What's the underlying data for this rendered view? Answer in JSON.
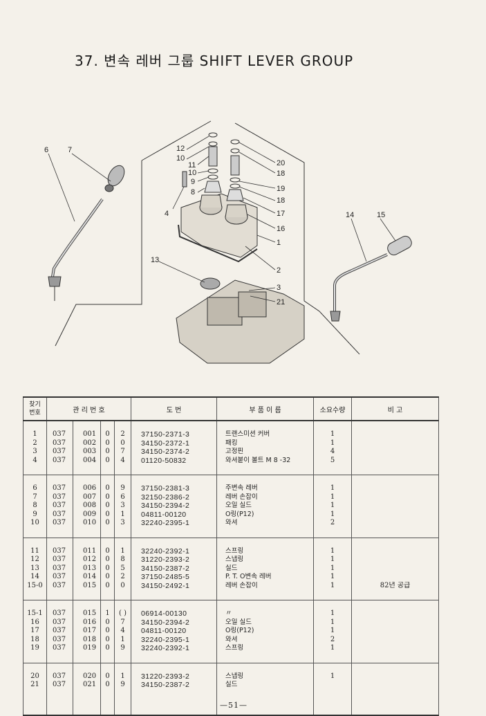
{
  "title": "37. 변속 레버 그룹 SHIFT LEVER GROUP",
  "callouts": [
    "1",
    "2",
    "3",
    "4",
    "6",
    "7",
    "8",
    "9",
    "10",
    "10",
    "11",
    "12",
    "13",
    "14",
    "15",
    "16",
    "17",
    "18",
    "18",
    "19",
    "20",
    "21"
  ],
  "table": {
    "headers": {
      "no": [
        "찾기",
        "번호"
      ],
      "mgmt": "관 리 번 호",
      "drawing": "도 번",
      "name": "부 품 이 름",
      "qty": "소요수량",
      "remarks": "비 고"
    },
    "groups": [
      [
        {
          "no": "1",
          "m1": "037",
          "m2": "001",
          "m3": "0",
          "m4": "2",
          "part": "37150-2371-3",
          "name": "트랜스미션 커버",
          "qty": "1",
          "remarks": ""
        },
        {
          "no": "2",
          "m1": "037",
          "m2": "002",
          "m3": "0",
          "m4": "0",
          "part": "34150-2372-1",
          "name": "패킹",
          "qty": "1",
          "remarks": ""
        },
        {
          "no": "3",
          "m1": "037",
          "m2": "003",
          "m3": "0",
          "m4": "7",
          "part": "34150-2374-2",
          "name": "고정핀",
          "qty": "4",
          "remarks": ""
        },
        {
          "no": "4",
          "m1": "037",
          "m2": "004",
          "m3": "0",
          "m4": "4",
          "part": "01120-50832",
          "name": "와셔붙이 볼트 M 8 -32",
          "qty": "5",
          "remarks": ""
        }
      ],
      [
        {
          "no": "6",
          "m1": "037",
          "m2": "006",
          "m3": "0",
          "m4": "9",
          "part": "37150-2381-3",
          "name": "주변속 레버",
          "qty": "1",
          "remarks": ""
        },
        {
          "no": "7",
          "m1": "037",
          "m2": "007",
          "m3": "0",
          "m4": "6",
          "part": "32150-2386-2",
          "name": "레버 손잡이",
          "qty": "1",
          "remarks": ""
        },
        {
          "no": "8",
          "m1": "037",
          "m2": "008",
          "m3": "0",
          "m4": "3",
          "part": "34150-2394-2",
          "name": "오일 실드",
          "qty": "1",
          "remarks": ""
        },
        {
          "no": "9",
          "m1": "037",
          "m2": "009",
          "m3": "0",
          "m4": "1",
          "part": "04811-00120",
          "name": "O링(P12)",
          "qty": "1",
          "remarks": ""
        },
        {
          "no": "10",
          "m1": "037",
          "m2": "010",
          "m3": "0",
          "m4": "3",
          "part": "32240-2395-1",
          "name": "와셔",
          "qty": "2",
          "remarks": ""
        }
      ],
      [
        {
          "no": "11",
          "m1": "037",
          "m2": "011",
          "m3": "0",
          "m4": "1",
          "part": "32240-2392-1",
          "name": "스프링",
          "qty": "1",
          "remarks": ""
        },
        {
          "no": "12",
          "m1": "037",
          "m2": "012",
          "m3": "0",
          "m4": "8",
          "part": "31220-2393-2",
          "name": "스냅링",
          "qty": "1",
          "remarks": ""
        },
        {
          "no": "13",
          "m1": "037",
          "m2": "013",
          "m3": "0",
          "m4": "5",
          "part": "34150-2387-2",
          "name": "실드",
          "qty": "1",
          "remarks": ""
        },
        {
          "no": "14",
          "m1": "037",
          "m2": "014",
          "m3": "0",
          "m4": "2",
          "part": "37150-2485-5",
          "name": "P. T. O변속 레버",
          "qty": "1",
          "remarks": ""
        },
        {
          "no": "15-0",
          "m1": "037",
          "m2": "015",
          "m3": "0",
          "m4": "0",
          "part": "34150-2492-1",
          "name": "레버 손잡이",
          "qty": "1",
          "remarks": "82년 공급"
        }
      ],
      [
        {
          "no": "15-1",
          "m1": "037",
          "m2": "015",
          "m3": "1",
          "m4": "( )",
          "part": "06914-00130",
          "name": "〃",
          "qty": "1",
          "remarks": ""
        },
        {
          "no": "16",
          "m1": "037",
          "m2": "016",
          "m3": "0",
          "m4": "7",
          "part": "34150-2394-2",
          "name": "오일 실드",
          "qty": "1",
          "remarks": ""
        },
        {
          "no": "17",
          "m1": "037",
          "m2": "017",
          "m3": "0",
          "m4": "4",
          "part": "04811-00120",
          "name": "O링(P12)",
          "qty": "1",
          "remarks": ""
        },
        {
          "no": "18",
          "m1": "037",
          "m2": "018",
          "m3": "0",
          "m4": "1",
          "part": "32240-2395-1",
          "name": "와셔",
          "qty": "2",
          "remarks": ""
        },
        {
          "no": "19",
          "m1": "037",
          "m2": "019",
          "m3": "0",
          "m4": "9",
          "part": "32240-2392-1",
          "name": "스프링",
          "qty": "1",
          "remarks": ""
        }
      ],
      [
        {
          "no": "20",
          "m1": "037",
          "m2": "020",
          "m3": "0",
          "m4": "1",
          "part": "31220-2393-2",
          "name": "스냅링",
          "qty": "1",
          "remarks": ""
        },
        {
          "no": "21",
          "m1": "037",
          "m2": "021",
          "m3": "0",
          "m4": "9",
          "part": "34150-2387-2",
          "name": "실드",
          "qty": "",
          "remarks": ""
        }
      ]
    ]
  },
  "page_number": "—51—"
}
